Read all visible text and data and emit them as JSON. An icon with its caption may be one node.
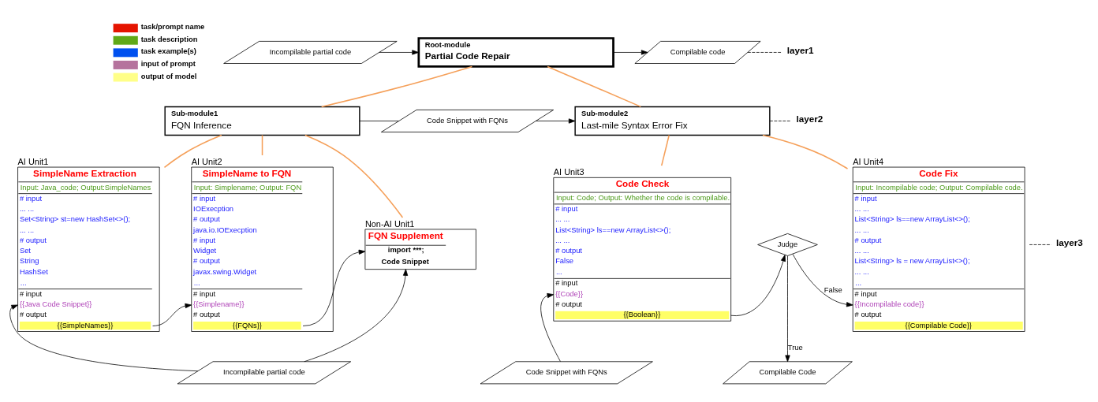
{
  "diagram": {
    "nodes": [
      {
        "text": [
          "Incompilable partial code"
        ]
      },
      {
        "text": [
          "Root-module",
          "Partial Code Repair"
        ]
      },
      {
        "text": [
          "Compilable code"
        ]
      },
      {
        "text": [
          "Sub-module1",
          "FQN Inference"
        ]
      },
      {
        "text": [
          "Code Snippet with FQNs"
        ]
      },
      {
        "text": [
          "Sub-module2",
          "Last-mile Syntax Error Fix"
        ]
      },
      {
        "text": [
          "AI Unit1",
          "SimpleName Extraction",
          "Input: Java_code; Output:SimpleNames",
          "# input",
          "... ...",
          "Set<String> st=new HashSet<>();",
          "... ...",
          "# output",
          "Set",
          "String",
          "HashSet",
          "...",
          "# input",
          "{{Java Code Snippet}}",
          "# output",
          "{{SimpleNames}}"
        ]
      },
      {
        "text": [
          "AI Unit2",
          "SimpleName to FQN",
          "Input: Simplename; Output: FQN",
          "# input",
          "IOExecption",
          "# output",
          "java.io.IOExecption",
          "# input",
          "Widget",
          "# output",
          "javax.swing.Widget",
          "...",
          "# input",
          "{{Simplename}}",
          "# output",
          "{{FQNs}}"
        ]
      },
      {
        "text": [
          "Non-AI Unit1",
          "FQN Supplement",
          "import ***;",
          "Code Snippet"
        ]
      },
      {
        "text": [
          "AI Unit3",
          "Code Check",
          "Input: Code; Output: Whether the code is compilable.",
          "# input",
          "... ...",
          "List<String> ls==new ArrayList<>();",
          "... ...",
          "# output",
          "False",
          "...",
          "# input",
          "{{Code}}",
          "# output",
          "{{Boolean}}"
        ]
      },
      {
        "text": [
          "Judge"
        ]
      },
      {
        "text": [
          "AI Unit4",
          "Code Fix",
          "Input: Incompilable code; Output: Compilable code.",
          "# input",
          "... ...",
          "List<String> ls==new ArrayList<>();",
          "... ...",
          "# output",
          "... ...",
          "List<String> ls = new ArrayList<>();",
          "... ...",
          "...",
          "# input",
          "{{Incompilable code}}",
          "# output",
          "{{Compilable Code}}"
        ]
      },
      {
        "text": [
          "Compilable Code"
        ]
      },
      {
        "text": [
          "Incompilable partial code"
        ]
      },
      {
        "text": [
          "Code Snippet with FQNs"
        ]
      },
      {
        "text": [
          "layer1"
        ]
      },
      {
        "text": [
          "layer2"
        ]
      },
      {
        "text": [
          "layer3"
        ]
      }
    ],
    "edges": [
      {
        "from": 0,
        "to": 1,
        "arrow": "to"
      },
      {
        "from": 1,
        "to": 2,
        "arrow": "to"
      },
      {
        "from": 1,
        "to": 3,
        "arrow": "none",
        "color": "#f5a05a"
      },
      {
        "from": 1,
        "to": 5,
        "arrow": "none",
        "color": "#f5a05a"
      },
      {
        "from": 3,
        "to": 4,
        "arrow": "none"
      },
      {
        "from": 4,
        "to": 5,
        "arrow": "to"
      },
      {
        "from": 3,
        "to": 6,
        "arrow": "none",
        "color": "#f5a05a"
      },
      {
        "from": 3,
        "to": 7,
        "arrow": "none",
        "color": "#f5a05a"
      },
      {
        "from": 3,
        "to": 8,
        "arrow": "none",
        "color": "#f5a05a"
      },
      {
        "from": 5,
        "to": 9,
        "arrow": "none",
        "color": "#f5a05a"
      },
      {
        "from": 5,
        "to": 11,
        "arrow": "none",
        "color": "#f5a05a"
      },
      {
        "from": 13,
        "to": 6,
        "arrow": "to"
      },
      {
        "from": 6,
        "to": 7,
        "arrow": "to"
      },
      {
        "from": 7,
        "to": 8,
        "arrow": "to"
      },
      {
        "from": 13,
        "to": 8,
        "arrow": "to"
      },
      {
        "from": 14,
        "to": 9,
        "arrow": "to"
      },
      {
        "from": 9,
        "to": 10,
        "arrow": "to"
      },
      {
        "from": 10,
        "to": 12,
        "arrow": "to",
        "label": "True"
      },
      {
        "from": 10,
        "to": 11,
        "arrow": "to",
        "label": "False"
      },
      {
        "from": 2,
        "to": 15,
        "arrow": "none",
        "style": "dashed"
      },
      {
        "from": 5,
        "to": 16,
        "arrow": "none",
        "style": "dashed"
      },
      {
        "from": 11,
        "to": 17,
        "arrow": "none",
        "style": "dashed"
      }
    ],
    "legend": [
      {
        "text": "task/prompt name",
        "color": "#e51400"
      },
      {
        "text": "task description",
        "color": "#60a917"
      },
      {
        "text": "task example(s)",
        "color": "#0050ef"
      },
      {
        "text": "input of prompt",
        "color": "#b5739d"
      },
      {
        "text": "output of model",
        "color": "#ffff88"
      }
    ]
  }
}
